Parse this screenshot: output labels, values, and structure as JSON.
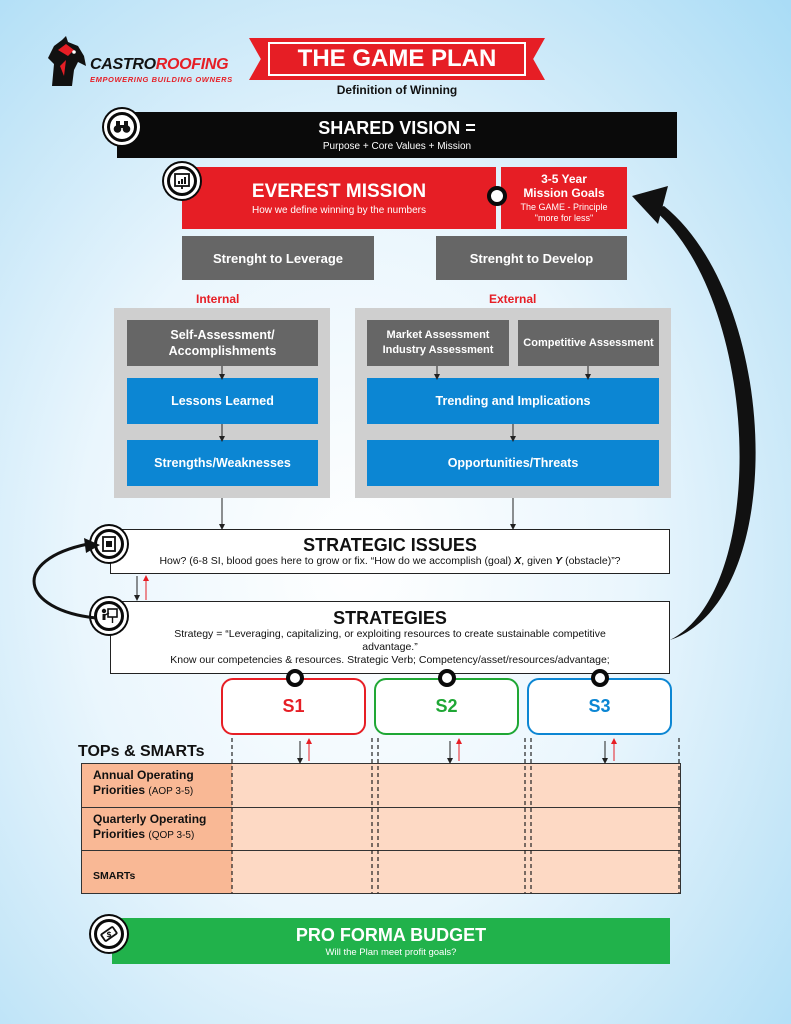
{
  "brand": {
    "name_part1": "CASTRO",
    "name_part2": "ROOFING",
    "tagline": "EMPOWERING BUILDING OWNERS"
  },
  "header": {
    "title": "THE GAME PLAN",
    "subtitle": "Definition of Winning"
  },
  "shared_vision": {
    "title": "SHARED VISION =",
    "subtitle": "Purpose + Core Values + Mission"
  },
  "everest_mission": {
    "title": "EVEREST MISSION",
    "subtitle": "How we define winning by the numbers"
  },
  "goals": {
    "title_line1": "3-5 Year",
    "title_line2": "Mission Goals",
    "sub_line1": "The GAME - Principle",
    "sub_line2": "\"more for less\""
  },
  "leverage_label": "Strenght to Leverage",
  "develop_label": "Strenght to Develop",
  "internal": {
    "label": "Internal",
    "self_line1": "Self-Assessment/",
    "self_line2": "Accomplishments",
    "lessons": "Lessons Learned",
    "strengths": "Strengths/Weaknesses"
  },
  "external": {
    "label": "External",
    "market_line1": "Market Assessment",
    "market_line2": "Industry Assessment",
    "competitive": "Competitive Assessment",
    "trending": "Trending and Implications",
    "opportunities": "Opportunities/Threats"
  },
  "strategic_issues": {
    "title": "STRATEGIC ISSUES",
    "sub_part1": "How? (6-8 SI, blood goes here to grow or fix. “How do we accomplish (goal) ",
    "sub_x": "X",
    "sub_part2": ", given ",
    "sub_y": "Y",
    "sub_part3": " (obstacle)”?"
  },
  "strategies": {
    "title": "STRATEGIES",
    "line1": "Strategy = “Leveraging, capitalizing, or exploiting resources to create sustainable competitive",
    "line2": "advantage.”",
    "line3": "Know our competencies & resources. Strategic Verb; Competency/asset/resources/advantage;"
  },
  "s_boxes": {
    "s1": "S1",
    "s2": "S2",
    "s3": "S3"
  },
  "tops": {
    "label": "TOPs & SMARTs",
    "rows": [
      {
        "line1": "Annual Operating",
        "line2": "Priorities",
        "note": "(AOP 3-5)"
      },
      {
        "line1": "Quarterly Operating",
        "line2": "Priorities",
        "note": "(QOP 3-5)"
      },
      {
        "line1": "SMARTs",
        "line2": "",
        "note": ""
      }
    ]
  },
  "budget": {
    "title": "PRO FORMA BUDGET",
    "subtitle": "Will the Plan meet profit goals?"
  },
  "colors": {
    "brand_red": "#e61e25",
    "blue": "#0c86d3",
    "green": "#21b24b",
    "s2_green": "#1fa735",
    "grey": "#666666",
    "panel_grey": "#cfcfcf",
    "peach": "#fdd9c4",
    "peach_dark": "#f9b895"
  },
  "icons": {
    "vision": "binoculars-icon",
    "mission": "chart-board-icon",
    "issues": "document-icon",
    "strategies": "presenter-icon",
    "budget": "money-icon"
  }
}
